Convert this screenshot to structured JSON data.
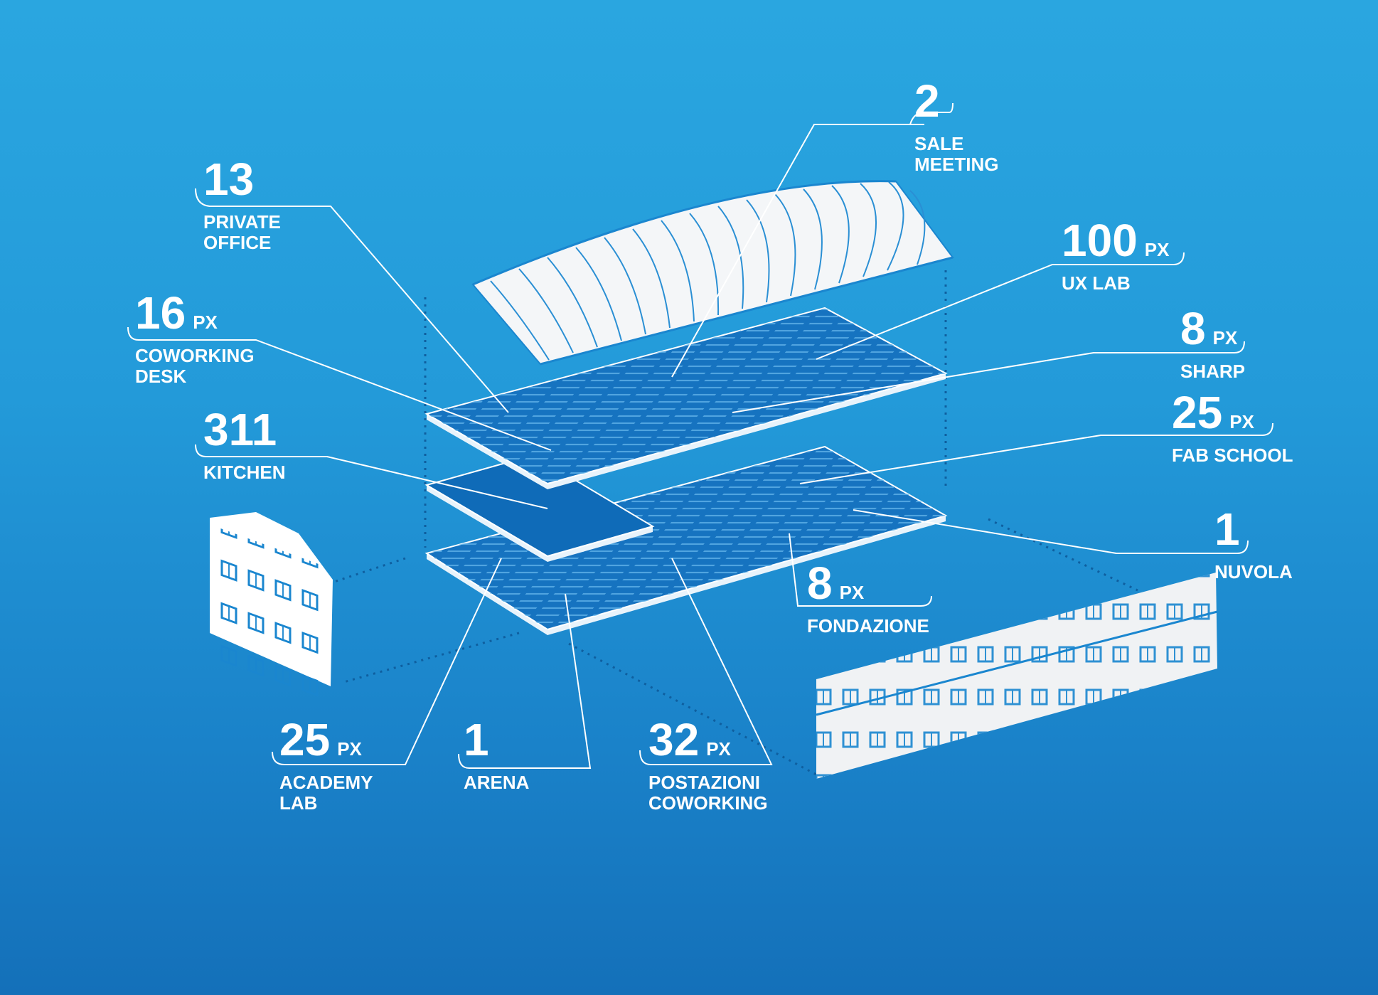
{
  "colors": {
    "background_top": "#2aa6e0",
    "background_bottom": "#1470b9",
    "floor_fill": "#1673c0",
    "floor_edge": "#ffffff",
    "building_fill": "#ffffff",
    "text": "#ffffff"
  },
  "labels": {
    "sale_meeting": {
      "value": "2",
      "unit": "",
      "line1": "SALE",
      "line2": "MEETING"
    },
    "private_office": {
      "value": "13",
      "unit": "",
      "line1": "PRIVATE",
      "line2": "OFFICE"
    },
    "ux_lab": {
      "value": "100",
      "unit": "PX",
      "line1": "UX LAB",
      "line2": ""
    },
    "coworking_desk": {
      "value": "16",
      "unit": "PX",
      "line1": "COWORKING",
      "line2": "DESK"
    },
    "sharp": {
      "value": "8",
      "unit": "PX",
      "line1": "SHARP",
      "line2": ""
    },
    "kitchen": {
      "value": "311",
      "unit": "",
      "line1": "KITCHEN",
      "line2": ""
    },
    "fab_school": {
      "value": "25",
      "unit": "PX",
      "line1": "FAB SCHOOL",
      "line2": ""
    },
    "nuvola": {
      "value": "1",
      "unit": "",
      "line1": "NUVOLA",
      "line2": ""
    },
    "fondazione": {
      "value": "8",
      "unit": "PX",
      "line1": "FONDAZIONE",
      "line2": ""
    },
    "academy_lab": {
      "value": "25",
      "unit": "PX",
      "line1": "ACADEMY",
      "line2": "LAB"
    },
    "arena": {
      "value": "1",
      "unit": "",
      "line1": "ARENA",
      "line2": ""
    },
    "postazioni_coworking": {
      "value": "32",
      "unit": "PX",
      "line1": "POSTAZIONI",
      "line2": "COWORKING"
    }
  }
}
